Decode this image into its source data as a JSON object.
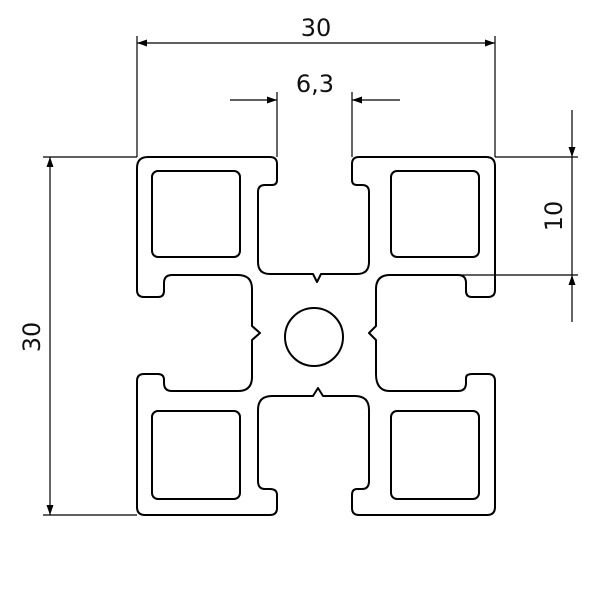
{
  "dimensions": {
    "overall_width": "30",
    "slot_width": "6,3",
    "overall_height": "30",
    "slot_depth": "10"
  },
  "colors": {
    "line": "#000000",
    "background": "#ffffff"
  }
}
